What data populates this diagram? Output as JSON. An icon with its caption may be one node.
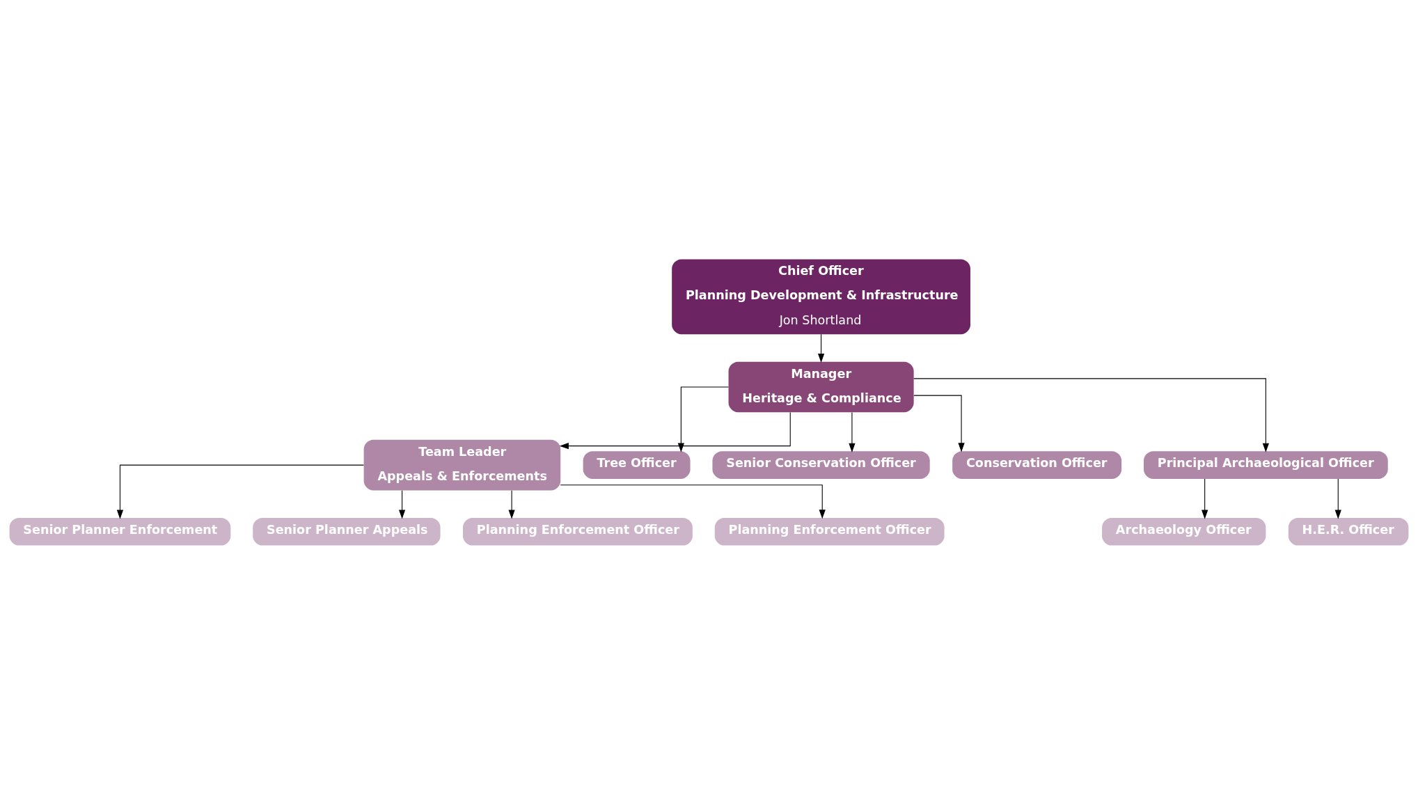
{
  "diagram": {
    "nodes": [
      {
        "text": [
          "Chief Officer",
          "Planning Development & Infrastructure",
          "Jon Shortland"
        ]
      },
      {
        "text": [
          "Manager",
          "Heritage & Compliance"
        ]
      },
      {
        "text": [
          "Team Leader",
          "Appeals & Enforcements"
        ]
      },
      {
        "text": [
          "Tree Officer"
        ]
      },
      {
        "text": [
          "Senior Conservation Officer"
        ]
      },
      {
        "text": [
          "Conservation Officer"
        ]
      },
      {
        "text": [
          "Principal Archaeological Officer"
        ]
      },
      {
        "text": [
          "Senior Planner Enforcement"
        ]
      },
      {
        "text": [
          "Senior Planner Appeals"
        ]
      },
      {
        "text": [
          "Planning Enforcement Officer"
        ]
      },
      {
        "text": [
          "Planning Enforcement Officer"
        ]
      },
      {
        "text": [
          "Archaeology Officer"
        ]
      },
      {
        "text": [
          "H.E.R. Officer"
        ]
      }
    ],
    "edges": [
      {
        "from": 0,
        "to": 1,
        "arrow": "to"
      },
      {
        "from": 1,
        "to": 2,
        "arrow": "to"
      },
      {
        "from": 1,
        "to": 3,
        "arrow": "to"
      },
      {
        "from": 1,
        "to": 4,
        "arrow": "to"
      },
      {
        "from": 1,
        "to": 5,
        "arrow": "to"
      },
      {
        "from": 1,
        "to": 6,
        "arrow": "to"
      },
      {
        "from": 2,
        "to": 7,
        "arrow": "to"
      },
      {
        "from": 2,
        "to": 8,
        "arrow": "to"
      },
      {
        "from": 2,
        "to": 9,
        "arrow": "to"
      },
      {
        "from": 2,
        "to": 10,
        "arrow": "to"
      },
      {
        "from": 6,
        "to": 11,
        "arrow": "to"
      },
      {
        "from": 6,
        "to": 12,
        "arrow": "to"
      }
    ]
  }
}
